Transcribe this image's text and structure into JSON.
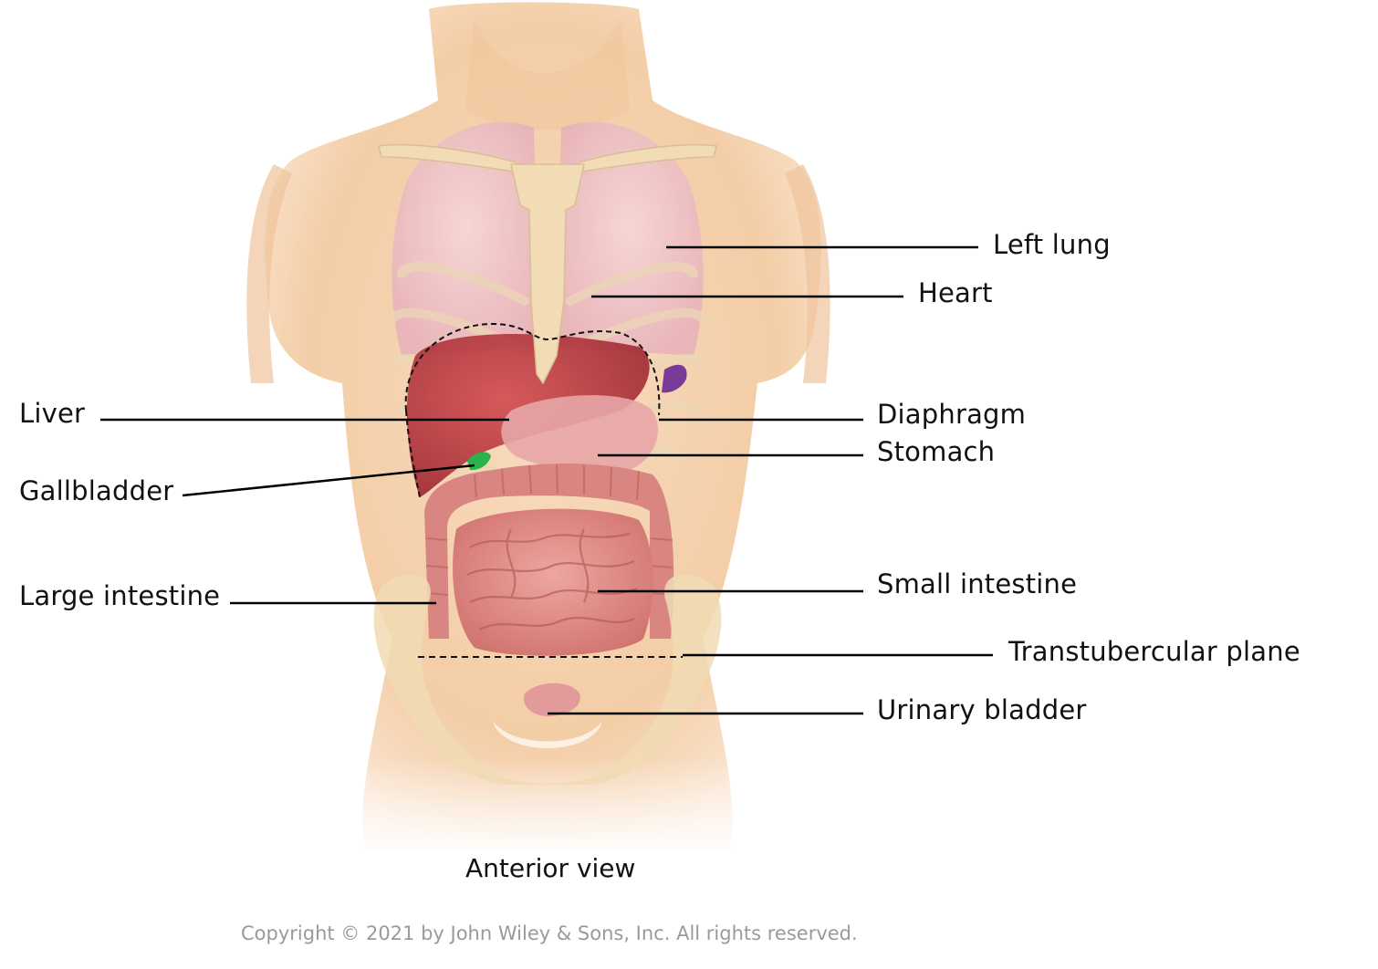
{
  "labels": {
    "left_lung": "Left lung",
    "heart": "Heart",
    "liver": "Liver",
    "diaphragm": "Diaphragm",
    "stomach": "Stomach",
    "gallbladder": "Gallbladder",
    "large_intestine": "Large intestine",
    "small_intestine": "Small intestine",
    "transtubercular_plane": "Transtubercular plane",
    "urinary_bladder": "Urinary bladder"
  },
  "caption": "Anterior view",
  "copyright": "Copyright © 2021 by John Wiley & Sons, Inc. All rights reserved.",
  "colors": {
    "skin": "#f6d3b0",
    "skin_shadow": "#e9b98f",
    "lung": "#efc4cc",
    "bone": "#f0dbb4",
    "liver": "#b8333b",
    "stomach": "#e9a9a9",
    "intestine": "#dd8a86",
    "gallbladder": "#2cb24a",
    "spleen": "#7a3a9a",
    "leader": "#000000"
  }
}
